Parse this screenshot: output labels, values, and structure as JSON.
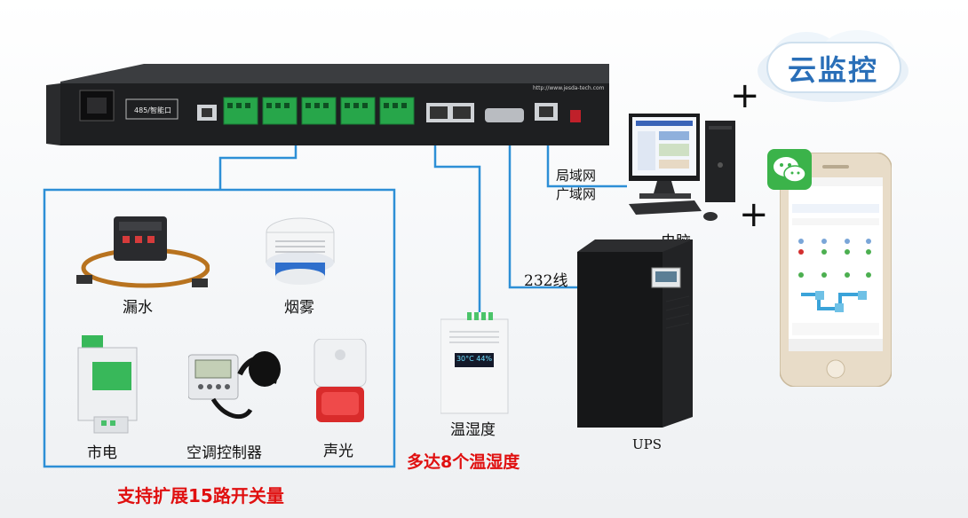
{
  "cloud": {
    "label": "云监控"
  },
  "device": {
    "front_label": "485/智能口",
    "website": "http://www.jesda-tech.com"
  },
  "sensors": {
    "water_leak": "漏水",
    "smoke": "烟雾",
    "mains": "市电",
    "ac_controller": "空调控制器",
    "sound_light": "声光"
  },
  "temp_humidity": {
    "label": "温湿度",
    "display": "30°C 44%",
    "note": "多达8个温湿度"
  },
  "pc": {
    "lan": "局域网",
    "wan": "广域网",
    "label": "电脑"
  },
  "ups": {
    "cable": "232线",
    "label": "UPS"
  },
  "switch_note": "支持扩展15路开关量",
  "plus": "+",
  "colors": {
    "line": "#2d8fd6",
    "accent_red": "#e01010",
    "wechat": "#3bb34a"
  }
}
